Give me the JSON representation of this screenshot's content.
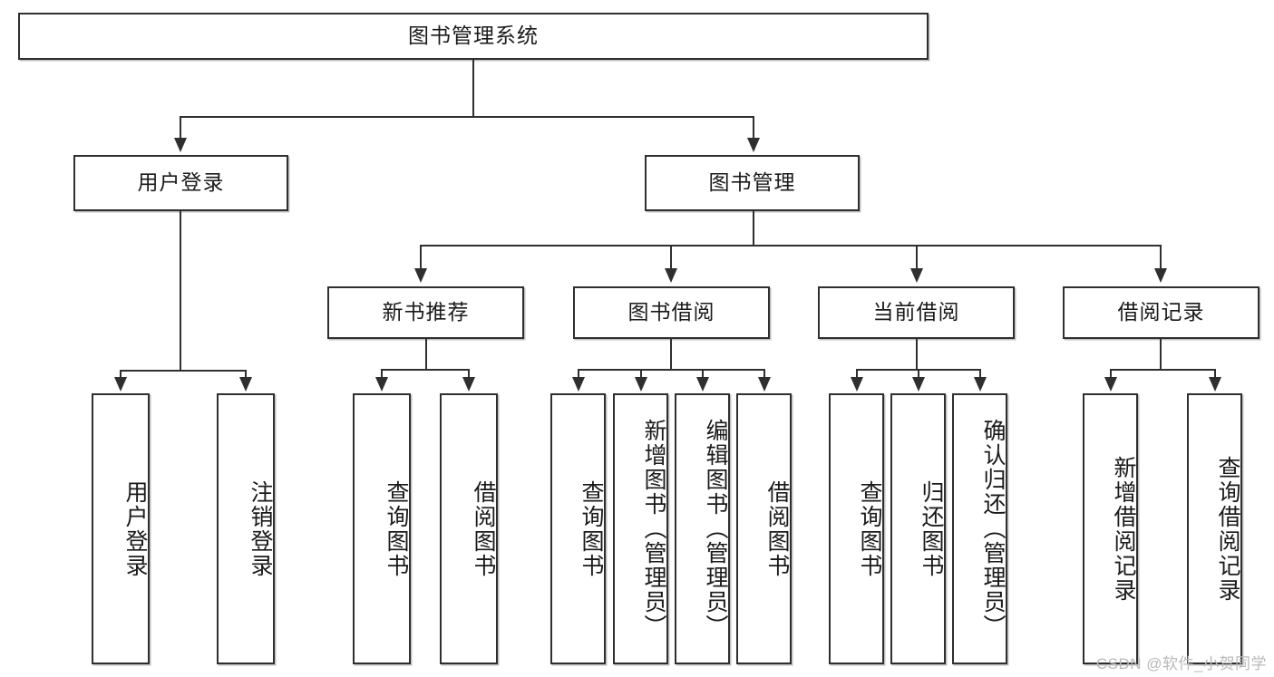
{
  "diagram": {
    "title": "图书管理系统",
    "type": "tree-hierarchy",
    "root": {
      "label": "图书管理系统"
    },
    "level2": [
      {
        "label": "用户登录"
      },
      {
        "label": "图书管理"
      }
    ],
    "level3": [
      {
        "label": "新书推荐"
      },
      {
        "label": "图书借阅"
      },
      {
        "label": "当前借阅"
      },
      {
        "label": "借阅记录"
      }
    ],
    "leaves": {
      "user_login": [
        {
          "label": "用户登录"
        },
        {
          "label": "注销登录"
        }
      ],
      "new_book_recommend": [
        {
          "label": "查询图书"
        },
        {
          "label": "借阅图书"
        }
      ],
      "book_borrow": [
        {
          "label": "查询图书"
        },
        {
          "label": "新增图书（管理员）"
        },
        {
          "label": "编辑图书（管理员）"
        },
        {
          "label": "借阅图书"
        }
      ],
      "current_borrow": [
        {
          "label": "查询图书"
        },
        {
          "label": "归还图书"
        },
        {
          "label": "确认归还（管理员）"
        }
      ],
      "borrow_record": [
        {
          "label": "新增借阅记录"
        },
        {
          "label": "查询借阅记录"
        }
      ]
    }
  },
  "watermark": {
    "text": "CSDN @软件_小贺同学"
  },
  "colors": {
    "border": "#2f2f2f",
    "text": "#1a1a1a",
    "background": "#ffffff",
    "watermark": "#b9b9b9"
  }
}
